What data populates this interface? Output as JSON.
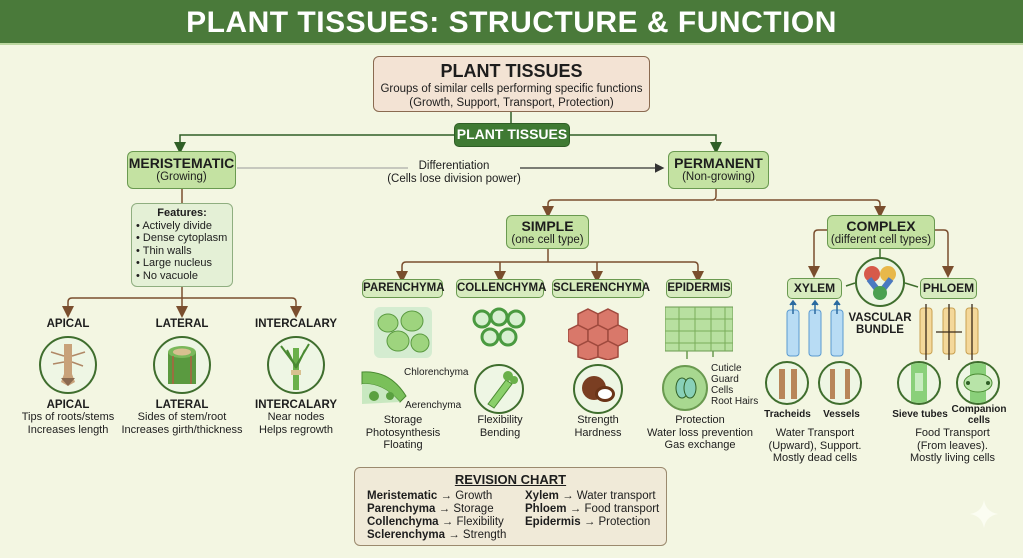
{
  "header": {
    "title": "PLANT TISSUES: STRUCTURE & FUNCTION"
  },
  "colors": {
    "header_bg": "#4a7a3a",
    "page_bg": "#f3f6e2",
    "green_box": "#c4e2a2",
    "dark_pill": "#3f7a33",
    "root_box": "#f3e3d4",
    "connector": "#7a4e2e"
  },
  "root": {
    "title": "PLANT TISSUES",
    "subtitle_line1": "Groups of similar cells performing specific functions",
    "subtitle_line2": "(Growth, Support, Transport, Protection)"
  },
  "hub": {
    "label": "PLANT TISSUES"
  },
  "differentiation": {
    "line1": "Differentiation",
    "line2": "(Cells lose division power)"
  },
  "meristematic": {
    "title": "MERISTEMATIC",
    "subtitle": "(Growing)",
    "features": {
      "title": "Features:",
      "items": [
        "Actively divide",
        "Dense cytoplasm",
        "Thin walls",
        "Large nucleus",
        "No vacuole"
      ]
    },
    "types": [
      {
        "heading": "APICAL",
        "name": "APICAL",
        "desc1": "Tips of roots/stems",
        "desc2": "Increases length",
        "icon": "root-tip-icon"
      },
      {
        "heading": "LATERAL",
        "name": "LATERAL",
        "desc1": "Sides of stem/root",
        "desc2": "Increases girth/thickness",
        "icon": "stem-cross-section-icon"
      },
      {
        "heading": "INTERCALARY",
        "name": "INTERCALARY",
        "desc1": "Near nodes",
        "desc2": "Helps regrowth",
        "icon": "grass-node-icon"
      }
    ]
  },
  "permanent": {
    "title": "PERMANENT",
    "subtitle": "(Non-growing)"
  },
  "simple": {
    "title": "SIMPLE",
    "subtitle": "(one cell type)",
    "tissues": [
      {
        "name": "PARENCHYMA",
        "labels": [
          "Chlorenchyma",
          "Aerenchyma"
        ],
        "desc": [
          "Storage",
          "Photosynthesis",
          "Floating"
        ]
      },
      {
        "name": "COLLENCHYMA",
        "labels": [],
        "desc": [
          "Flexibility",
          "Bending"
        ]
      },
      {
        "name": "SCLERENCHYMA",
        "labels": [],
        "desc": [
          "Strength",
          "Hardness"
        ]
      },
      {
        "name": "EPIDERMIS",
        "labels": [
          "Cuticle",
          "Guard",
          "Cells",
          "Root Hairs"
        ],
        "desc": [
          "Protection",
          "Water loss prevention",
          "Gas exchange"
        ]
      }
    ]
  },
  "complex": {
    "title": "COMPLEX",
    "subtitle": "(different cell types)",
    "xylem": {
      "name": "XYLEM",
      "cells": [
        "Tracheids",
        "Vessels"
      ],
      "desc": [
        "Water Transport",
        "(Upward), Support.",
        "Mostly dead cells"
      ]
    },
    "bundle": {
      "line1": "VASCULAR",
      "line2": "BUNDLE"
    },
    "phloem": {
      "name": "PHLOEM",
      "cells": [
        "Sieve tubes",
        "Companion",
        "cells"
      ],
      "desc": [
        "Food Transport",
        "(From leaves).",
        "Mostly living cells"
      ]
    }
  },
  "revision": {
    "title": "REVISION CHART",
    "left": [
      {
        "term": "Meristematic",
        "arrow": "→",
        "value": "Growth"
      },
      {
        "term": "Parenchyma",
        "arrow": "→",
        "value": "Storage"
      },
      {
        "term": "Collenchyma",
        "arrow": "→",
        "value": "Flexibility"
      },
      {
        "term": "Sclerenchyma",
        "arrow": "→",
        "value": "Strength"
      }
    ],
    "right": [
      {
        "term": "Xylem",
        "arrow": "→",
        "value": "Water transport"
      },
      {
        "term": "Phloem",
        "arrow": "→",
        "value": "Food transport"
      },
      {
        "term": "Epidermis",
        "arrow": "→",
        "value": "Protection"
      }
    ]
  }
}
